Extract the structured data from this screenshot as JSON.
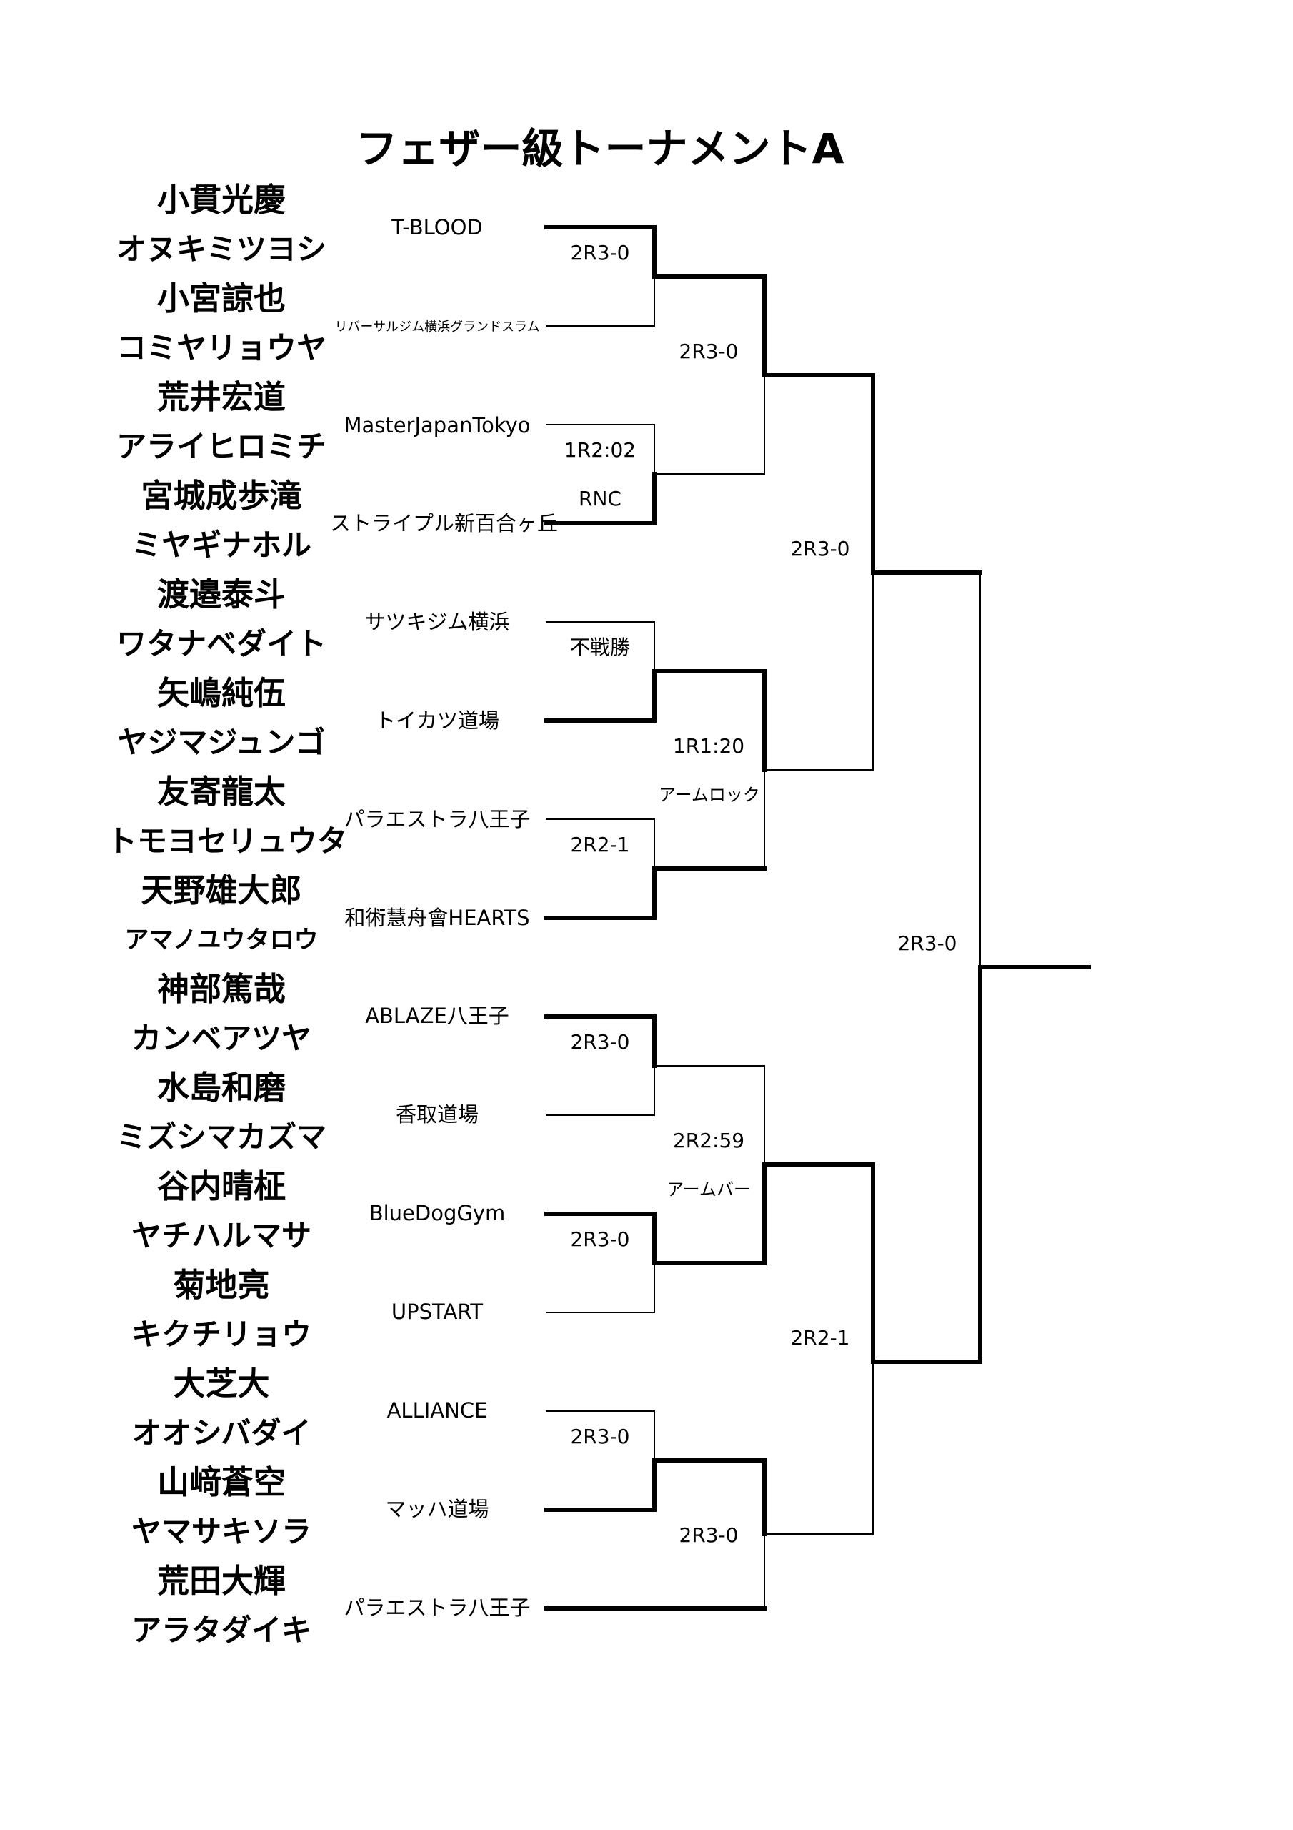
{
  "title": "フェザー級トーナメントA",
  "players": [
    {
      "name": "小貫光慶",
      "kana": "オヌキミツヨシ",
      "gym": "T-BLOOD"
    },
    {
      "name": "小宮諒也",
      "kana": "コミヤリョウヤ",
      "gym": "リバーサルジム横浜グランドスラム"
    },
    {
      "name": "荒井宏道",
      "kana": "アライヒロミチ",
      "gym": "MasterJapanTokyo"
    },
    {
      "name": "宮城成歩滝",
      "kana": "ミヤギナホル",
      "gym": "ストライプル新百合ヶ丘"
    },
    {
      "name": "渡邉泰斗",
      "kana": "ワタナベダイト",
      "gym": "サツキジム横浜"
    },
    {
      "name": "矢嶋純伍",
      "kana": "ヤジマジュンゴ",
      "gym": "トイカツ道場"
    },
    {
      "name": "友寄龍太",
      "kana": "トモヨセリュウタ",
      "gym": "パラエストラ八王子"
    },
    {
      "name": "天野雄大郎",
      "kana": "アマノユウタロウ",
      "gym": "和術慧舟會HEARTS"
    },
    {
      "name": "神部篤哉",
      "kana": "カンベアツヤ",
      "gym": "ABLAZE八王子"
    },
    {
      "name": "水島和磨",
      "kana": "ミズシマカズマ",
      "gym": "香取道場"
    },
    {
      "name": "谷内晴柾",
      "kana": "ヤチハルマサ",
      "gym": "BlueDogGym"
    },
    {
      "name": "菊地亮",
      "kana": "キクチリョウ",
      "gym": "UPSTART"
    },
    {
      "name": "大芝大",
      "kana": "オオシバダイ",
      "gym": "ALLIANCE"
    },
    {
      "name": "山﨑蒼空",
      "kana": "ヤマサキソラ",
      "gym": "マッハ道場"
    },
    {
      "name": "荒田大輝",
      "kana": "アラタダイキ",
      "gym": "パラエストラ八王子"
    }
  ],
  "results": {
    "r1_1": "2R3-0",
    "r1_2": "1R2:02",
    "r1_2_method": "RNC",
    "r1_3": "不戦勝",
    "r1_4": "2R2-1",
    "r1_5": "2R3-0",
    "r1_6": "2R3-0",
    "r1_7": "2R3-0",
    "r2_1": "2R3-0",
    "r2_2": "1R1:20",
    "r2_2_method": "アームロック",
    "r2_3": "2R2:59",
    "r2_3_method": "アームバー",
    "r2_4": "2R3-0",
    "qf_1": "2R3-0",
    "qf_2": "2R2-1",
    "final": "2R3-0"
  }
}
